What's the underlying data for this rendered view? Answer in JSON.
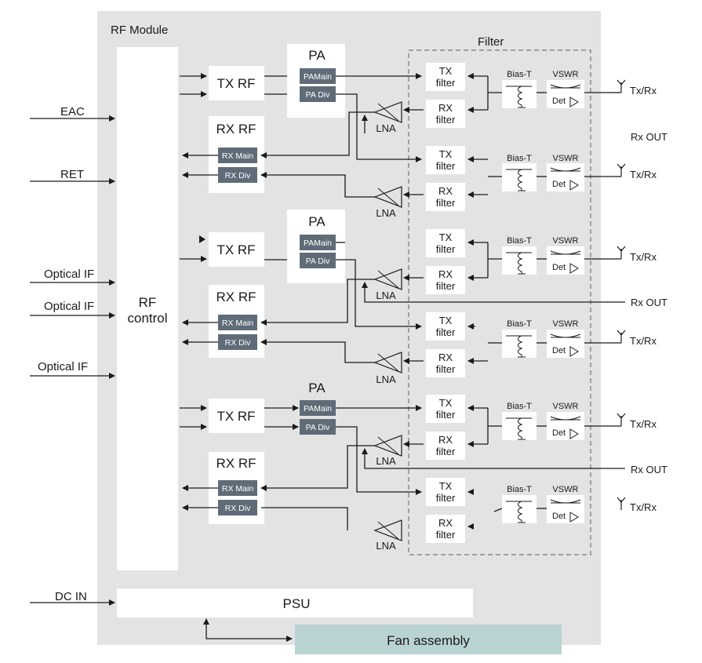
{
  "module_title": "RF Module",
  "filter_title": "Filter",
  "inputs": [
    "EAC",
    "RET",
    "Optical IF",
    "Optical IF",
    "Optical IF",
    "DC IN"
  ],
  "rf_control": [
    "RF",
    "control"
  ],
  "tx_rf": "TX RF",
  "rx_rf": "RX RF",
  "pa": "PA",
  "pa_main": "PAMain",
  "pa_div": "PA Div",
  "rx_main": "RX Main",
  "rx_div": "RX Div",
  "lna": "LNA",
  "tx_filter": [
    "TX",
    "filter"
  ],
  "rx_filter": [
    "RX",
    "filter"
  ],
  "bias_t": "Bias-T",
  "vswr": "VSWR",
  "det": "Det",
  "antenna_port": "Tx/Rx",
  "rx_out": "Rx OUT",
  "psu": "PSU",
  "fan": "Fan assembly"
}
